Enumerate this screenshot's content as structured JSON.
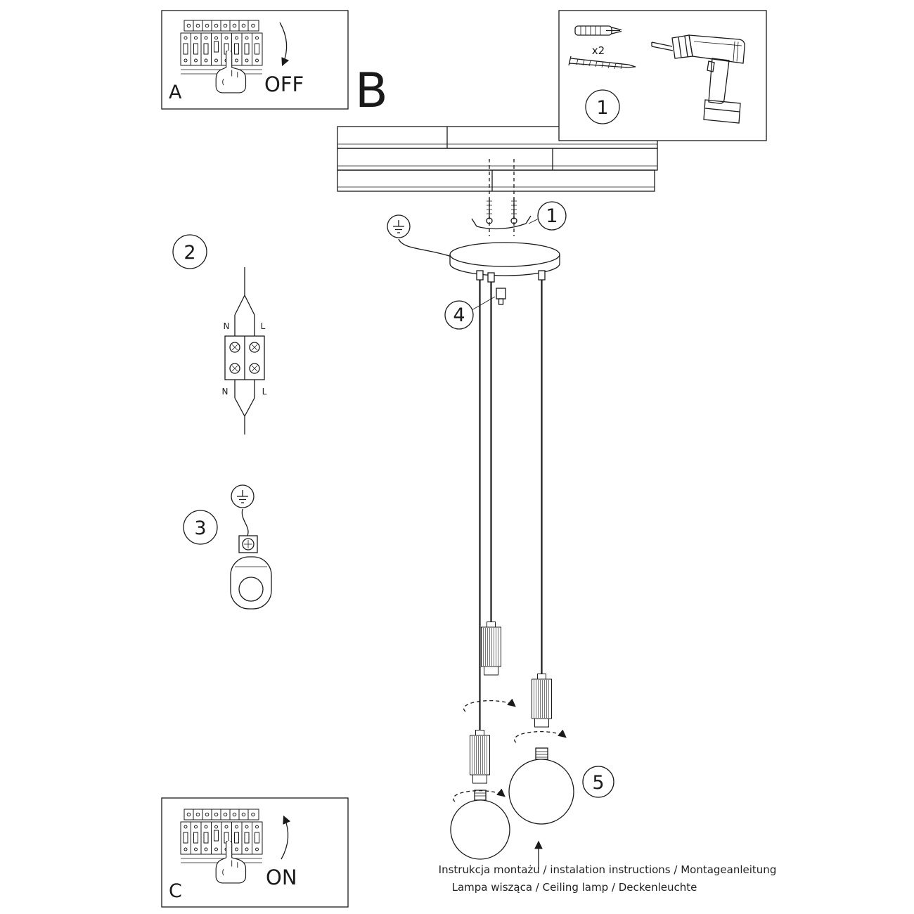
{
  "panel_a": {
    "label": "A",
    "switch_state": "OFF"
  },
  "panel_b": {
    "label": "B"
  },
  "panel_c": {
    "label": "C",
    "switch_state": "ON"
  },
  "tools_box": {
    "step_number": "1",
    "screw_quantity": "x2"
  },
  "step_markers": {
    "step_1": "1",
    "step_2": "2",
    "step_3": "3",
    "step_4": "4",
    "step_5": "5"
  },
  "wiring_labels": {
    "top_left": "N",
    "top_right": "L",
    "bottom_left": "N",
    "bottom_right": "L"
  },
  "footer": {
    "line_1": "Instrukcja montażu / instalation instructions / Montageanleitung",
    "line_2": "Lampa wisząca / Ceiling lamp / Deckenleuchte"
  },
  "colors": {
    "line": "#1a1a1a",
    "background": "#ffffff"
  }
}
